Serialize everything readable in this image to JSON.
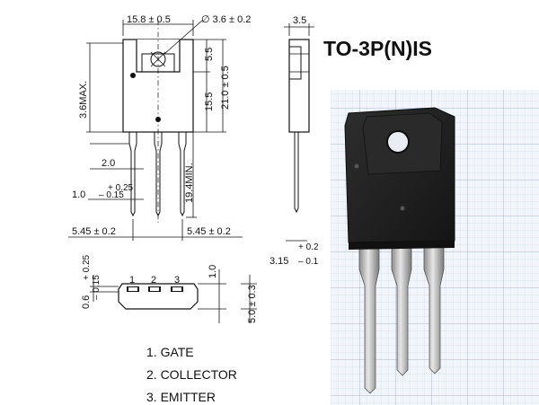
{
  "package": {
    "title": "TO-3P(N)IS"
  },
  "dimensions": {
    "body_width": "15.8 ± 0.5",
    "hole_dia": "∅ 3.6 ± 0.2",
    "side_thickness": "3.5",
    "top_to_hole": "5.5",
    "hole_to_bottom": "15.5",
    "body_height": "21.0 ± 0.5",
    "top_tab": "3.6MAX.",
    "lead_length": "19.4MIN.",
    "lead_shoulder": "2.0",
    "lead_width_nom": "1.0",
    "lead_width_tol_plus": "+ 0.25",
    "lead_width_tol_minus": "– 0.15",
    "pitch_left": "5.45 ± 0.2",
    "pitch_right": "5.45 ± 0.2",
    "lead_thick_nom": "3.15",
    "lead_thick_tol_plus": "+ 0.2",
    "lead_thick_tol_minus": "– 0.1",
    "end_tol_plus": "+ 0.25",
    "end_nom": "0.6",
    "end_tol_minus": "– 0.15",
    "end_height": "1.0",
    "end_depth": "5.0 ± 0.3"
  },
  "pins": [
    {
      "number": "1",
      "name": "GATE"
    },
    {
      "number": "2",
      "name": "COLLECTOR"
    },
    {
      "number": "3",
      "name": "EMITTER"
    }
  ],
  "legend": [
    "1. GATE",
    "2. COLLECTOR",
    "3. EMITTER"
  ],
  "colors": {
    "photo_bg": "#d8e4f0",
    "grid": "#9db4d2",
    "body": "#1e1e1e",
    "lead": "#b9b9b9"
  }
}
